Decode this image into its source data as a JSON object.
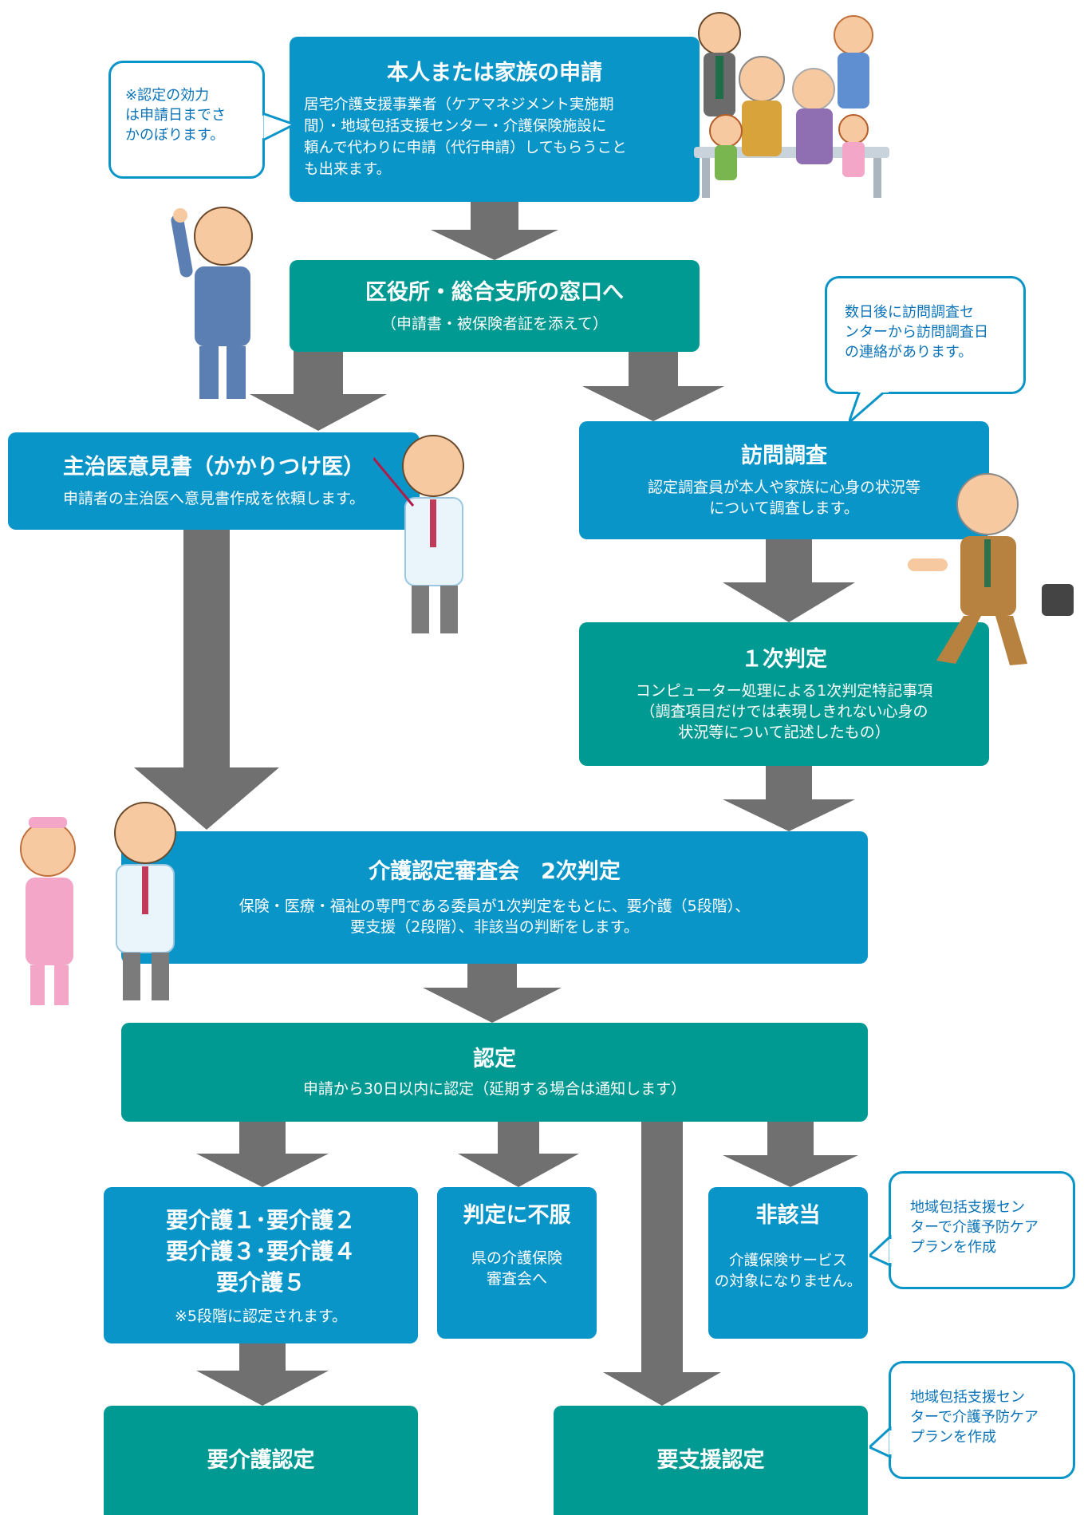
{
  "colors": {
    "blue": "#0a95c8",
    "teal": "#009a93",
    "arrow": "#6e6e6e",
    "bubble_text": "#0a73b8"
  },
  "application": {
    "title": "本人または家族の申請",
    "lines": [
      "居宅介護支援事業者（ケアマネジメント実施期",
      "間）・地域包括支援センター・介護保険施設に",
      "頼んで代わりに申請（代行申請）してもらうこと",
      "も出来ます。"
    ]
  },
  "note_effect": {
    "lines": [
      "※認定の効力",
      "は申請日までさ",
      "かのぼります。"
    ]
  },
  "counter": {
    "title": "区役所・総合支所の窓口へ",
    "sub": "（申請書・被保険者証を添えて）"
  },
  "note_visit": {
    "lines": [
      "数日後に訪問調査セ",
      "ンターから訪問調査日",
      "の連絡があります。"
    ]
  },
  "doctor_opinion": {
    "title": "主治医意見書（かかりつけ医）",
    "sub": "申請者の主治医へ意見書作成を依頼します。"
  },
  "visit_survey": {
    "title": "訪問調査",
    "lines": [
      "認定調査員が本人や家族に心身の状況等",
      "について調査します。"
    ]
  },
  "first_judgment": {
    "title": "１次判定",
    "lines": [
      "コンピューター処理による1次判定特記事項",
      "（調査項目だけでは表現しきれない心身の",
      "状況等について記述したもの）"
    ]
  },
  "committee": {
    "title": "介護認定審査会　2次判定",
    "lines": [
      "保険・医療・福祉の専門である委員が1次判定をもとに、要介護（5段階）、",
      "要支援（2段階）、非該当の判断をします。"
    ]
  },
  "certification": {
    "title": "認定",
    "sub": "申請から30日以内に認定（延期する場合は通知します）"
  },
  "care_levels": {
    "lines": [
      "要介護１･要介護２",
      "要介護３･要介護４",
      "要介護５"
    ],
    "note": "※5段階に認定されます。"
  },
  "objection": {
    "title": "判定に不服",
    "lines": [
      "県の介護保険",
      "審査会へ"
    ]
  },
  "not_applicable": {
    "title": "非該当",
    "lines": [
      "介護保険サービス",
      "の対象になりません。"
    ]
  },
  "note_center_1": {
    "lines": [
      "地域包括支援セン",
      "ターで介護予防ケア",
      "プランを作成"
    ]
  },
  "note_center_2": {
    "lines": [
      "地域包括支援セン",
      "ターで介護予防ケア",
      "プランを作成"
    ]
  },
  "care_cert": {
    "title": "要介護認定"
  },
  "support_cert": {
    "title": "要支援認定"
  }
}
